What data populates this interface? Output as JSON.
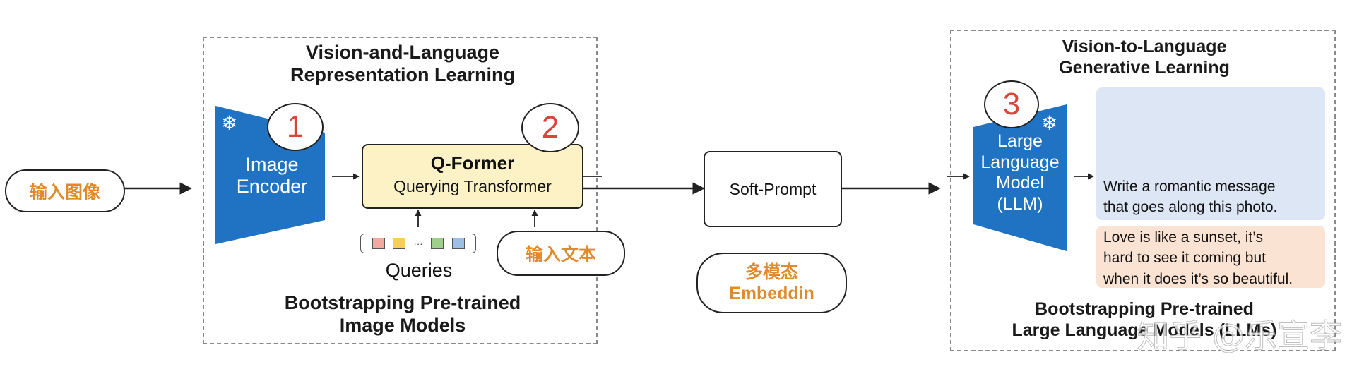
{
  "input_image_label": "输入图像",
  "stage1": {
    "title_line1": "Vision-and-Language",
    "title_line2": "Representation Learning",
    "footer_line1": "Bootstrapping Pre-trained",
    "footer_line2": "Image Models"
  },
  "image_encoder": {
    "line1": "Image",
    "line2": "Encoder",
    "number": "1"
  },
  "qformer": {
    "title": "Q-Former",
    "subtitle": "Querying Transformer",
    "number": "2"
  },
  "queries_label": "Queries",
  "queries_ellipsis": "···",
  "query_colors": [
    "#f2a99f",
    "#f5cf5a",
    "#9fd08a",
    "#9dbfe6"
  ],
  "input_text_label": "输入文本",
  "soft_prompt_label": "Soft-Prompt",
  "multimodal_line1": "多模态",
  "multimodal_line2": "Embeddin",
  "stage2": {
    "title_line1": "Vision-to-Language",
    "title_line2": "Generative Learning",
    "footer_line1": "Bootstrapping Pre-trained",
    "footer_line2": "Large Language Models (LLMs)"
  },
  "llm": {
    "line1": "Large",
    "line2": "Language",
    "line3": "Model",
    "line4": "(LLM)",
    "number": "3"
  },
  "prompt_text": {
    "line1": "Write a romantic message",
    "line2": "that goes along this photo."
  },
  "response_text": {
    "line1": "Love is like a sunset, it’s",
    "line2": "hard to see it coming but",
    "line3": "when it does it’s so beautiful."
  },
  "watermark": "知乎 @乐宣李",
  "colors": {
    "encoder_blue": "#1f73c2",
    "qformer_fill": "#fdf2c6",
    "orange_text": "#e08a2a",
    "prompt_bg": "#dde6f5",
    "response_bg": "#fbe3d4",
    "circle_number": "#d9453b"
  },
  "icons": [
    "snowflake-icon",
    "snowflake-icon",
    "sunset-photo"
  ]
}
